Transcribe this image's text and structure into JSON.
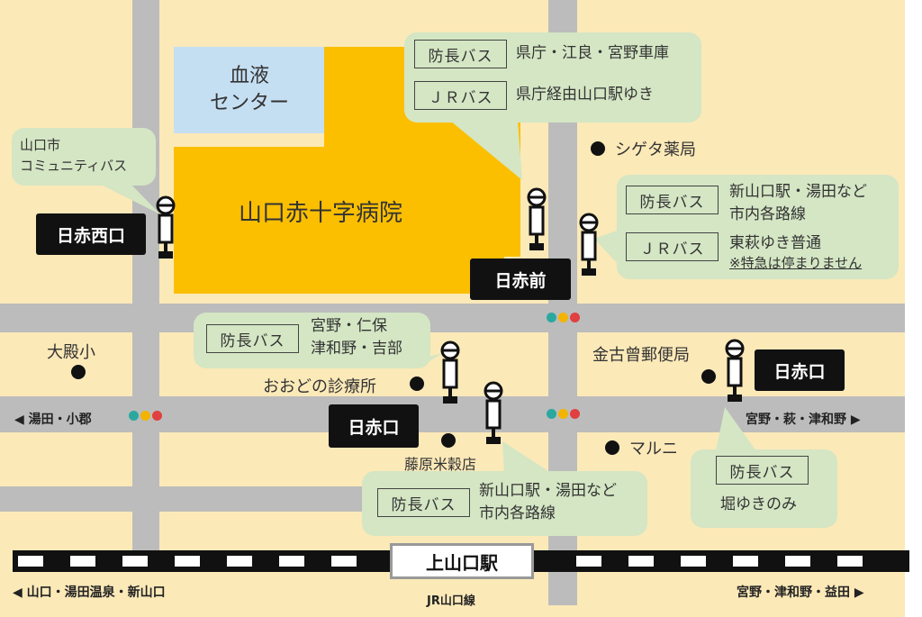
{
  "buildings": {
    "blood_center": "血液\nセンター",
    "hospital": "山口赤十字病院"
  },
  "stops": {
    "nisseki_nishiguchi": "日赤西口",
    "nisseki_mae": "日赤前",
    "nisseki_guchi_center": "日赤口",
    "nisseki_guchi_east": "日赤口"
  },
  "callouts": {
    "community": {
      "line1": "山口市",
      "line2": "コミュニティバス"
    },
    "top_bus": {
      "b1": "防長バス",
      "t1": "県庁・江良・宮野車庫",
      "b2": "ＪＲバス",
      "t2": "県庁経由山口駅ゆき"
    },
    "right_bus": {
      "b1": "防長バス",
      "t1a": "新山口駅・湯田など",
      "t1b": "市内各路線",
      "b2": "ＪＲバス",
      "t2a": "東萩ゆき普通",
      "t2b": "※特急は停まりません"
    },
    "mid_bus": {
      "b1": "防長バス",
      "t1a": "宮野・仁保",
      "t1b": "津和野・吉部"
    },
    "low_bus": {
      "b1": "防長バス",
      "t1a": "新山口駅・湯田など",
      "t1b": "市内各路線"
    },
    "east_bus": {
      "b1": "防長バス",
      "t1": "堀ゆきのみ"
    }
  },
  "pois": {
    "shigeta": "シゲタ薬局",
    "ooden": "大殿小",
    "kanekoso": "金古曾郵便局",
    "oodono_clinic": "おおどの診療所",
    "fujiwara": "藤原米穀店",
    "maruni": "マルニ"
  },
  "roads": {
    "west": "◀ 湯田・小郡",
    "east": "宮野・萩・津和野 ▶",
    "rail_west": "◀ 山口・湯田温泉・新山口",
    "rail_east": "宮野・津和野・益田 ▶",
    "rail_name": "JR山口線"
  },
  "station": "上山口駅",
  "colors": {
    "background": "#fbe9b8",
    "road": "#bcbcbc",
    "hospital": "#fbbf00",
    "blood_center": "#c5dff2",
    "callout": "#d4e6c4",
    "signal": [
      "#2aa8a0",
      "#f2b400",
      "#e04040"
    ]
  }
}
